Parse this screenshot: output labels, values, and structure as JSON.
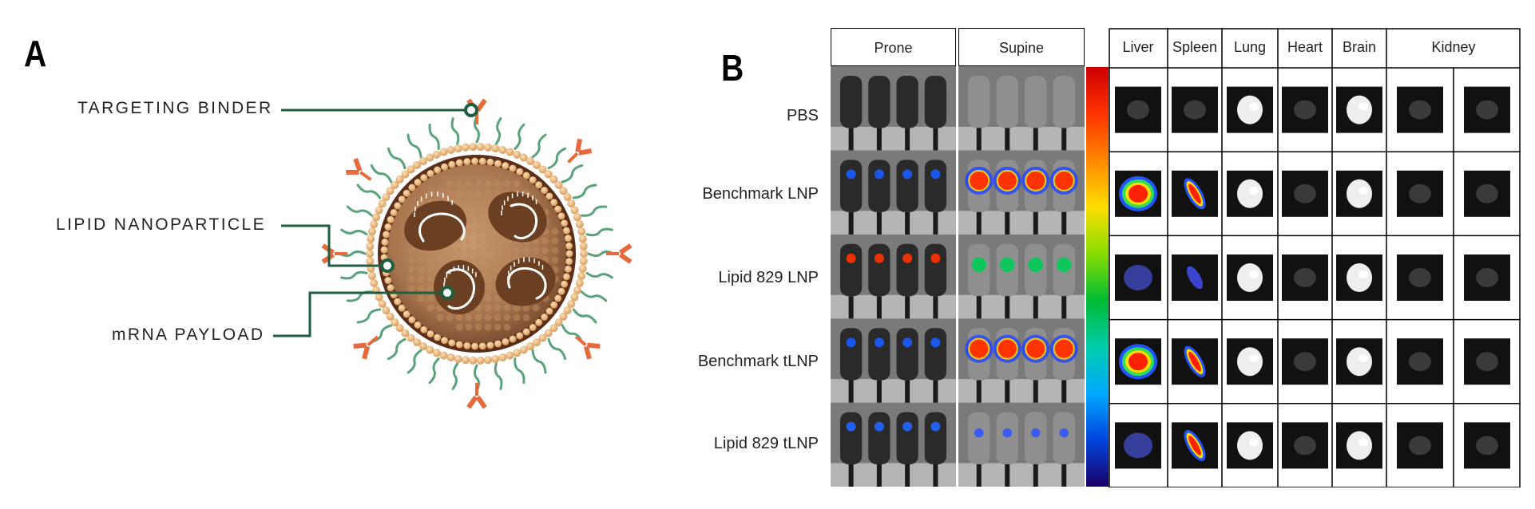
{
  "panel_a": {
    "letter": "A",
    "callouts": {
      "targeting_binder": "TARGETING BINDER",
      "lipid_nanoparticle": "LIPID NANOPARTICLE",
      "mrna_payload": "mRNA PAYLOAD"
    },
    "colors": {
      "leader": "#1f5e3f",
      "shell": "#e3b27a",
      "core": "#a8754f",
      "peg": "#5aa37a",
      "binder": "#e66a3c"
    }
  },
  "panel_b": {
    "letter": "B",
    "whole_body_headers": [
      "Prone",
      "Supine"
    ],
    "organ_headers": [
      "Liver",
      "Spleen",
      "Lung",
      "Heart",
      "Brain",
      "Kidney"
    ],
    "rows": [
      "PBS",
      "Benchmark LNP",
      "Lipid 829 LNP",
      "Benchmark tLNP",
      "Lipid 829 tLNP"
    ],
    "colorbar": [
      "#cc0000",
      "#ff3300",
      "#ff8800",
      "#ffdd00",
      "#88dd00",
      "#00bb33",
      "#00ccaa",
      "#00aaff",
      "#0044dd",
      "#1a0066"
    ]
  }
}
